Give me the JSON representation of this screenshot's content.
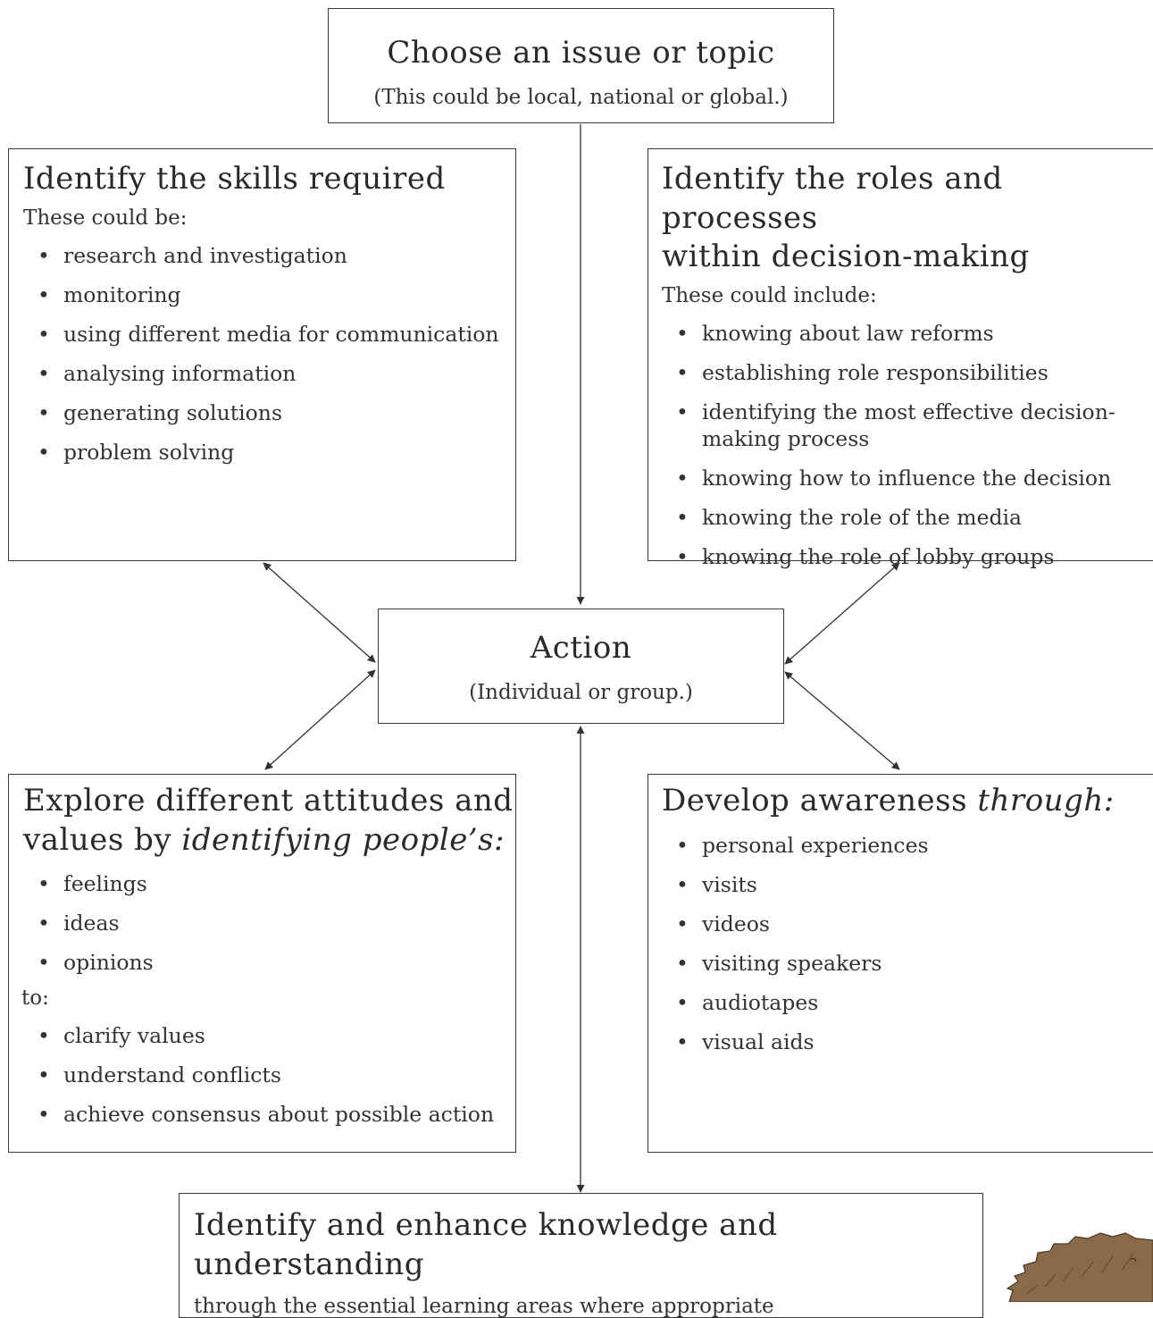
{
  "top": {
    "title": "Choose an issue or topic",
    "subtitle": "(This could be local, national or global.)"
  },
  "skills": {
    "title": "Identify the skills required",
    "intro": "These could be:",
    "items": [
      "research and investigation",
      "monitoring",
      "using different media for communication",
      "analysing information",
      "generating solutions",
      "problem solving"
    ]
  },
  "roles": {
    "title_line1": "Identify the roles and processes",
    "title_line2": "within decision-making",
    "intro": "These could include:",
    "items": [
      "knowing about law reforms",
      "establishing role responsibilities",
      "identifying the most effective decision-making process",
      "knowing how to influence the decision",
      "knowing the role of the media",
      "knowing the role of lobby groups"
    ]
  },
  "action": {
    "title": "Action",
    "subtitle": "(Individual or group.)"
  },
  "attitudes": {
    "title_line1": "Explore different attitudes and",
    "title_line2_plain": "values by ",
    "title_line2_italic": "identifying people’s:",
    "items_a": [
      "feelings",
      "ideas",
      "opinions"
    ],
    "connector": "to:",
    "items_b": [
      "clarify values",
      "understand conflicts",
      "achieve consensus about possible action"
    ]
  },
  "awareness": {
    "title_plain": "Develop awareness ",
    "title_italic": "through:",
    "items": [
      "personal experiences",
      "visits",
      "videos",
      "visiting speakers",
      "audiotapes",
      "visual aids"
    ]
  },
  "knowledge": {
    "title": "Identify and enhance knowledge and understanding",
    "subtitle": "through the essential learning areas where appropriate"
  },
  "colors": {
    "line": "#333333",
    "border": "#3a3a3a",
    "hedgehog": "#8a6a48"
  }
}
